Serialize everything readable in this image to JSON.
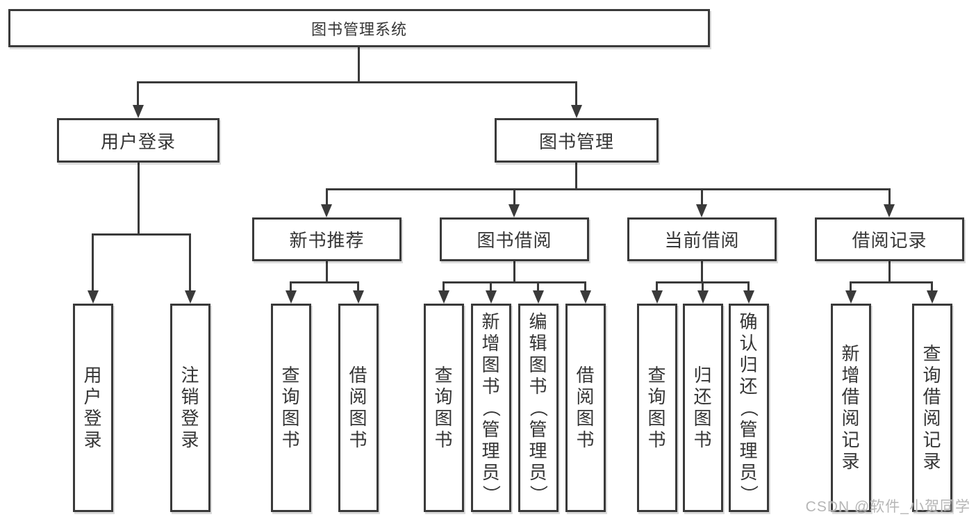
{
  "watermark": "CSDN @软件_小贺同学",
  "colors": {
    "line": "#3a3a3a",
    "text": "#353535",
    "watermark": "#b2b2b2",
    "background": "#ffffff"
  },
  "tree": {
    "label": "图书管理系统",
    "children": [
      {
        "label": "用户登录",
        "children": [
          {
            "label": "用户登录"
          },
          {
            "label": "注销登录"
          }
        ]
      },
      {
        "label": "图书管理",
        "children": [
          {
            "label": "新书推荐",
            "children": [
              {
                "label": "查询图书"
              },
              {
                "label": "借阅图书"
              }
            ]
          },
          {
            "label": "图书借阅",
            "children": [
              {
                "label": "查询图书"
              },
              {
                "label": "新增图书（管理员）"
              },
              {
                "label": "编辑图书（管理员）"
              },
              {
                "label": "借阅图书"
              }
            ]
          },
          {
            "label": "当前借阅",
            "children": [
              {
                "label": "查询图书"
              },
              {
                "label": "归还图书"
              },
              {
                "label": "确认归还（管理员）"
              }
            ]
          },
          {
            "label": "借阅记录",
            "children": [
              {
                "label": "新增借阅记录"
              },
              {
                "label": "查询借阅记录"
              }
            ]
          }
        ]
      }
    ]
  }
}
